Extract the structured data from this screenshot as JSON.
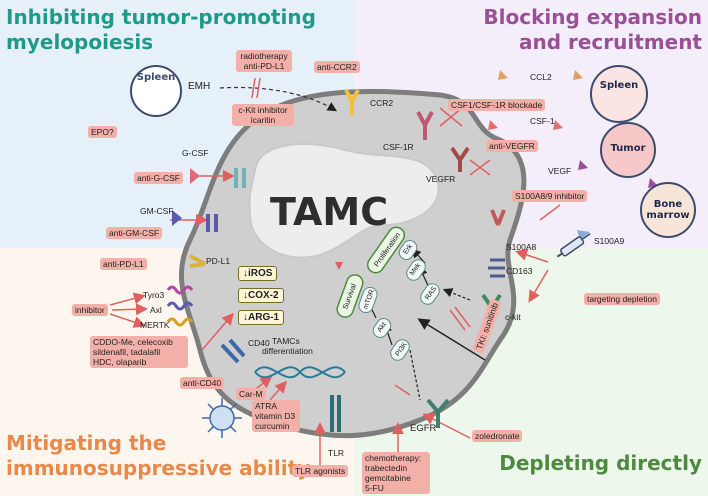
{
  "quadrants": {
    "top_left": {
      "title_line1": "Inhibiting tumor-promoting",
      "title_line2": "myelopoiesis",
      "color": "#1f9a8a"
    },
    "top_right": {
      "title_line1": "Blocking expansion",
      "title_line2": "and recruitment",
      "color": "#9b4f96"
    },
    "bottom_left": {
      "title_line1": "Mitigating the",
      "title_line2": "immunosuppressive ability",
      "color": "#e8894a"
    },
    "bottom_right": {
      "title_line1": "Depleting directly",
      "color": "#4d8a3f"
    }
  },
  "center": {
    "title": "TAMC",
    "differentiation_line1": "TAMCs",
    "differentiation_line2": "differentiation"
  },
  "organs": {
    "spleen_left": "Spleen",
    "spleen_right": "Spleen",
    "tumor": "Tumor",
    "bone_marrow_line1": "Bone",
    "bone_marrow_line2": "marrow"
  },
  "labels": {
    "emh": "EMH",
    "ccr2": "CCR2",
    "ccl2": "CCL2",
    "csf1r": "CSF-1R",
    "csf1": "CSF-1",
    "vegfr": "VEGFR",
    "vegf": "VEGF",
    "s100a8": "S100A8",
    "s100a9": "S100A9",
    "cd163": "CD163",
    "ckit": "c-kit",
    "egfr": "EGFR",
    "tlr": "TLR",
    "cd40": "CD40",
    "gcsf": "G-CSF",
    "gmcsf": "GM-CSF",
    "pdl1": "PD-L1",
    "tyro3": "Tyro3",
    "axl": "Axl",
    "mertk": "MERTK"
  },
  "boxes": {
    "radiotherapy_line1": "radiotherapy",
    "radiotherapy_line2": "anti-PD-L1",
    "ckit_inhibitor_line1": "c-Kit inhibitor",
    "ckit_inhibitor_line2": "icaritin",
    "anti_ccr2": "anti-CCR2",
    "epo": "EPO?",
    "csf1_blockade": "CSF1/CSF-1R blockade",
    "anti_vegfr": "anti-VEGFR",
    "s100_inhibitor": "S100A8/9 inhibitor",
    "anti_gcsf": "anti-G-CSF",
    "anti_gmcsf": "anti-GM-CSF",
    "anti_pdl1": "anti-PD-L1",
    "inhibitor": "inhibitor",
    "cddo_line1": "CDDO-Me, celecoxib",
    "cddo_line2": "sildenafil, tadalafil",
    "cddo_line3": "HDC, olaparib",
    "anti_cd40": "anti-CD40",
    "carm": "Car-M",
    "atra_line1": "ATRA",
    "atra_line2": "vitamin D3",
    "atra_line3": "curcumin",
    "tlr_agonists": "TLR agonists",
    "chemo_line1": "chemotherapy:",
    "chemo_line2": "trabectedin",
    "chemo_line3": "gemcitabine",
    "chemo_line4": "5-FU",
    "zoledronate": "zoledronate",
    "targeting_depletion": "targeting depletion",
    "tki": "TKI: sunitinib"
  },
  "yellow_boxes": {
    "iros": "↓iROS",
    "cox2": "↓COX-2",
    "arg1": "↓ARG-1"
  },
  "pathway": {
    "proliferation": "Proliferation",
    "survival": "Survival",
    "erk": "Erk",
    "mek": "Mek",
    "ras": "RAS",
    "mtor": "mTOR",
    "akt": "Akt",
    "pi3k": "PI3K"
  },
  "colors": {
    "tl_bg": "#e6f0f8",
    "tr_bg": "#f3eefa",
    "bl_bg": "#fdf6ee",
    "br_bg": "#eef7ec",
    "cell": "#cfcfcf",
    "box": "#f3b0a8",
    "arrow": "#e06060"
  }
}
